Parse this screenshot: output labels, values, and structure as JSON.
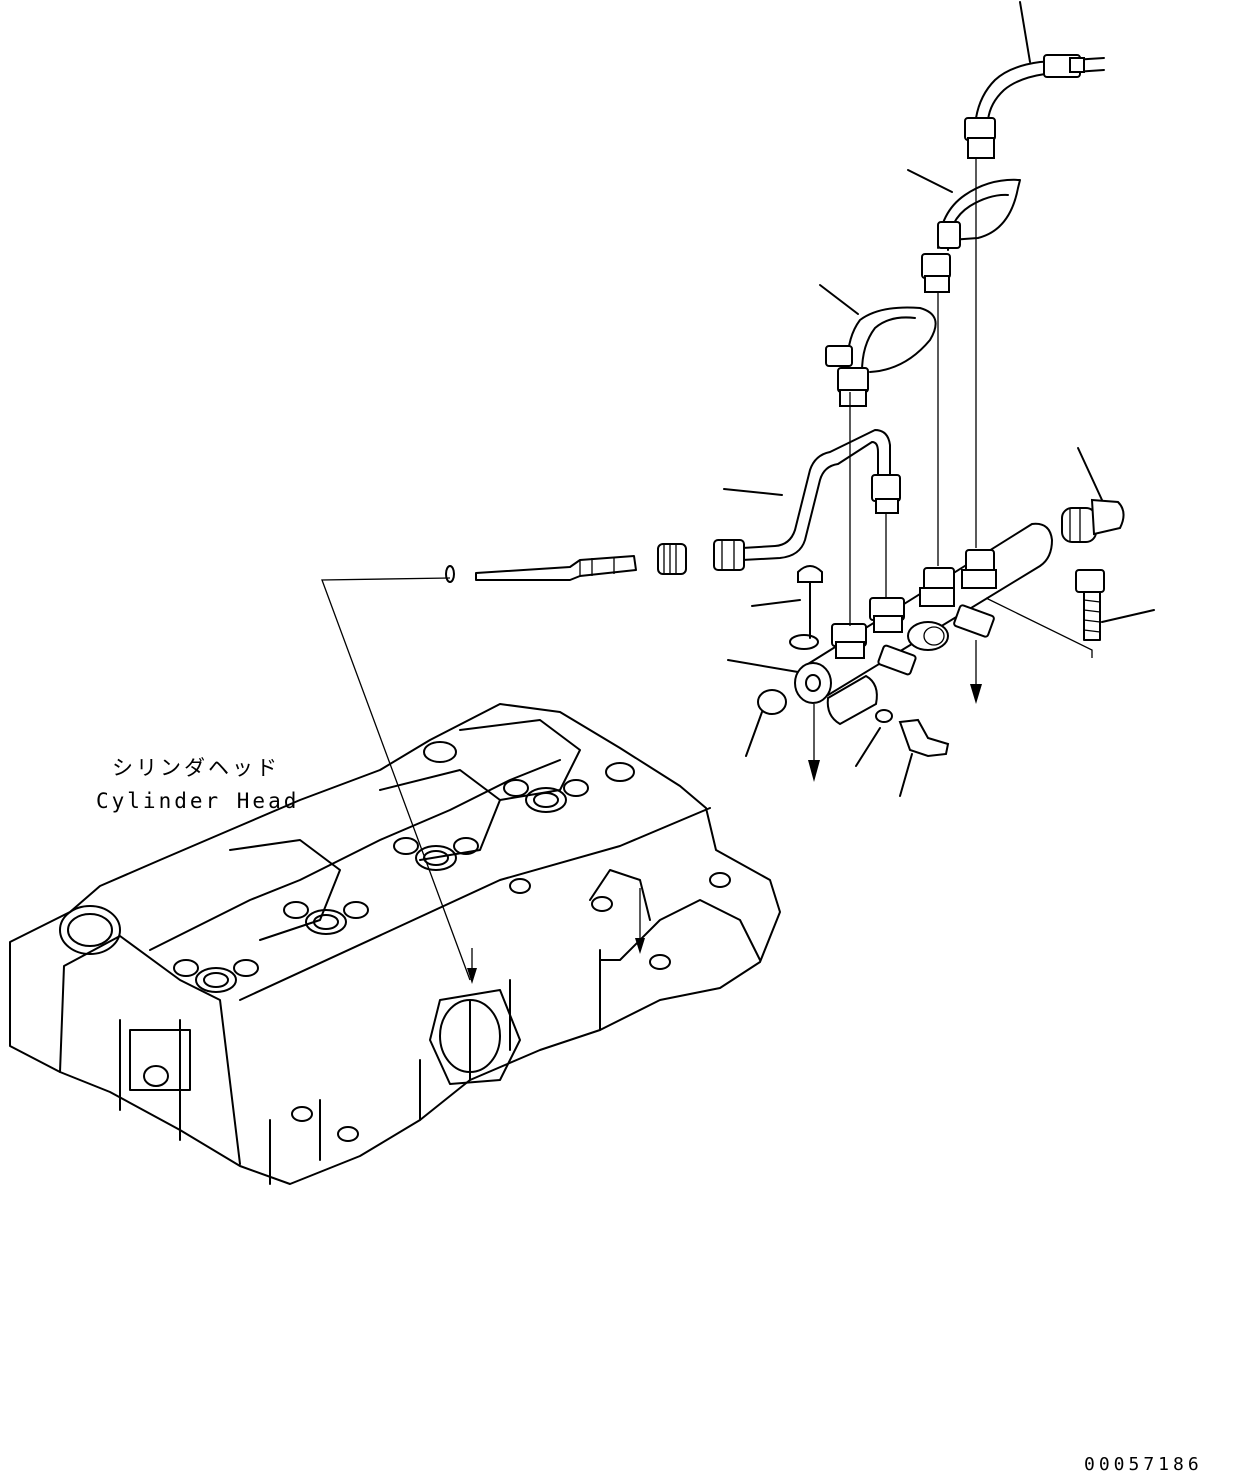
{
  "labels": {
    "part_name_jp": "シリンダヘッド",
    "part_name_en": "Cylinder Head",
    "drawing_number": "00057186"
  },
  "colors": {
    "ink": "#000000",
    "paper": "#ffffff"
  }
}
